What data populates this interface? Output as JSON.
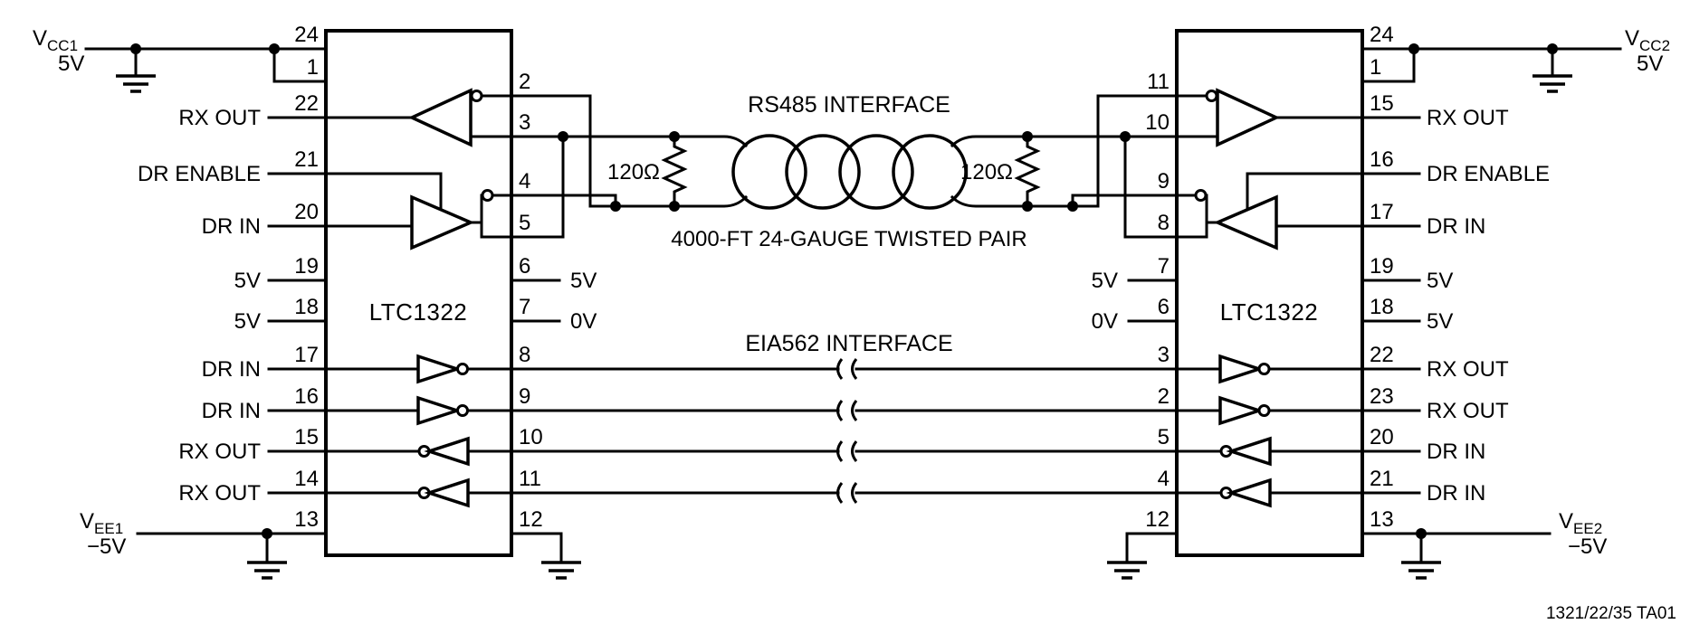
{
  "footer": {
    "doc_code": "1321/22/35 TA01"
  },
  "titles": {
    "rs485": "RS485 INTERFACE",
    "cable": "4000-FT 24-GAUGE TWISTED PAIR",
    "eia562": "EIA562 INTERFACE"
  },
  "resistors": {
    "left": "120Ω",
    "right": "120Ω"
  },
  "power": {
    "vcc1": {
      "sym": "V",
      "sub": "CC1",
      "volt": "5V"
    },
    "vcc2": {
      "sym": "V",
      "sub": "CC2",
      "volt": "5V"
    },
    "vee1": {
      "sym": "V",
      "sub": "EE1",
      "volt": "−5V"
    },
    "vee2": {
      "sym": "V",
      "sub": "EE2",
      "volt": "−5V"
    }
  },
  "left_ic": {
    "name": "LTC1322",
    "left_pins": [
      {
        "num": "24",
        "label": ""
      },
      {
        "num": "1",
        "label": ""
      },
      {
        "num": "22",
        "label": "RX OUT"
      },
      {
        "num": "21",
        "label": "DR ENABLE"
      },
      {
        "num": "20",
        "label": "DR IN"
      },
      {
        "num": "19",
        "label": "5V"
      },
      {
        "num": "18",
        "label": "5V"
      },
      {
        "num": "17",
        "label": "DR IN"
      },
      {
        "num": "16",
        "label": "DR IN"
      },
      {
        "num": "15",
        "label": "RX OUT"
      },
      {
        "num": "14",
        "label": "RX OUT"
      },
      {
        "num": "13",
        "label": ""
      }
    ],
    "right_pins": [
      {
        "num": "2",
        "label": ""
      },
      {
        "num": "3",
        "label": ""
      },
      {
        "num": "4",
        "label": ""
      },
      {
        "num": "5",
        "label": ""
      },
      {
        "num": "6",
        "label": "5V"
      },
      {
        "num": "7",
        "label": "0V"
      },
      {
        "num": "8",
        "label": ""
      },
      {
        "num": "9",
        "label": ""
      },
      {
        "num": "10",
        "label": ""
      },
      {
        "num": "11",
        "label": ""
      },
      {
        "num": "12",
        "label": ""
      }
    ]
  },
  "right_ic": {
    "name": "LTC1322",
    "left_pins": [
      {
        "num": "11",
        "label": ""
      },
      {
        "num": "10",
        "label": ""
      },
      {
        "num": "9",
        "label": ""
      },
      {
        "num": "8",
        "label": ""
      },
      {
        "num": "7",
        "label": "5V"
      },
      {
        "num": "6",
        "label": "0V"
      },
      {
        "num": "3",
        "label": ""
      },
      {
        "num": "2",
        "label": ""
      },
      {
        "num": "5",
        "label": ""
      },
      {
        "num": "4",
        "label": ""
      },
      {
        "num": "12",
        "label": ""
      }
    ],
    "right_pins": [
      {
        "num": "24",
        "label": ""
      },
      {
        "num": "1",
        "label": ""
      },
      {
        "num": "15",
        "label": "RX OUT"
      },
      {
        "num": "16",
        "label": "DR ENABLE"
      },
      {
        "num": "17",
        "label": "DR IN"
      },
      {
        "num": "19",
        "label": "5V"
      },
      {
        "num": "18",
        "label": "5V"
      },
      {
        "num": "22",
        "label": "RX OUT"
      },
      {
        "num": "23",
        "label": "RX OUT"
      },
      {
        "num": "20",
        "label": "DR IN"
      },
      {
        "num": "21",
        "label": "DR IN"
      },
      {
        "num": "13",
        "label": ""
      }
    ]
  }
}
